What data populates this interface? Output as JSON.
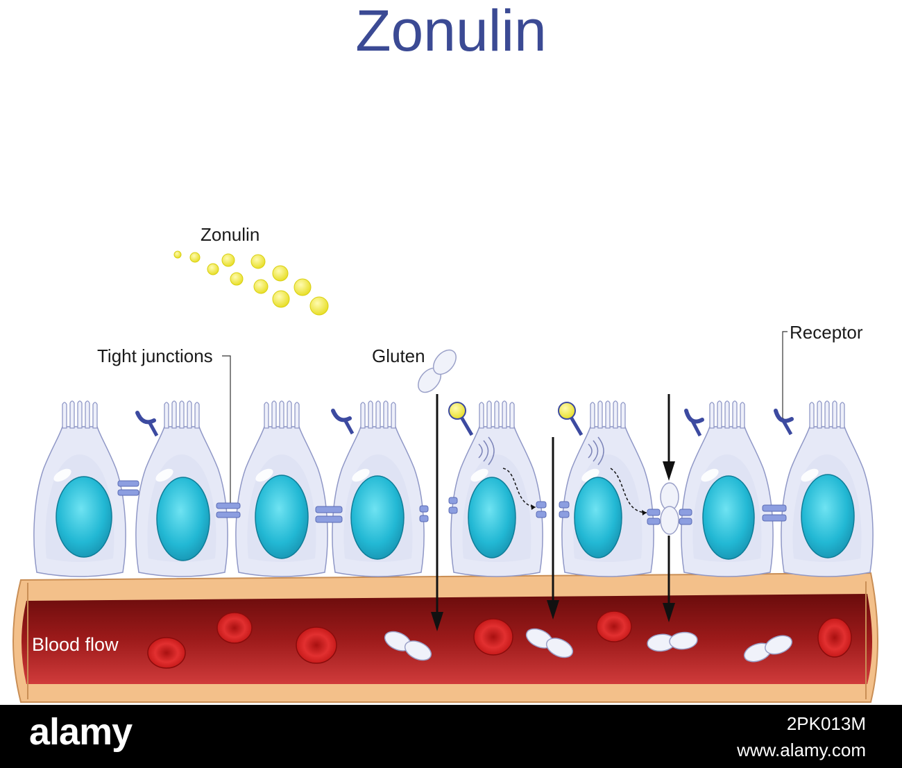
{
  "title": "Zonulin",
  "labels": {
    "zonulin": "Zonulin",
    "tight_junctions": "Tight junctions",
    "gluten": "Gluten",
    "receptor": "Receptor",
    "blood_flow": "Blood flow"
  },
  "footer": {
    "logo": "alamy",
    "image_id": "2PK013M",
    "url": "www.alamy.com"
  },
  "colors": {
    "title": "#3b4a94",
    "cell_fill": "#e6e9f7",
    "nucleus": "#22b8d4",
    "tight_junction": "#8c9ee0",
    "zonulin_particle": "#f3ec3c",
    "receptor": "#3c4aa0",
    "blood_vessel_wall": "#f3c08a",
    "blood": "#8a1414",
    "red_blood_cell": "#d81c1c",
    "gluten_particle": "#f0f2fa"
  },
  "icons": [
    "zonulin-particle-icon",
    "gluten-molecule-icon",
    "receptor-icon",
    "red-blood-cell-icon",
    "tight-junction-icon",
    "nucleus-icon"
  ]
}
